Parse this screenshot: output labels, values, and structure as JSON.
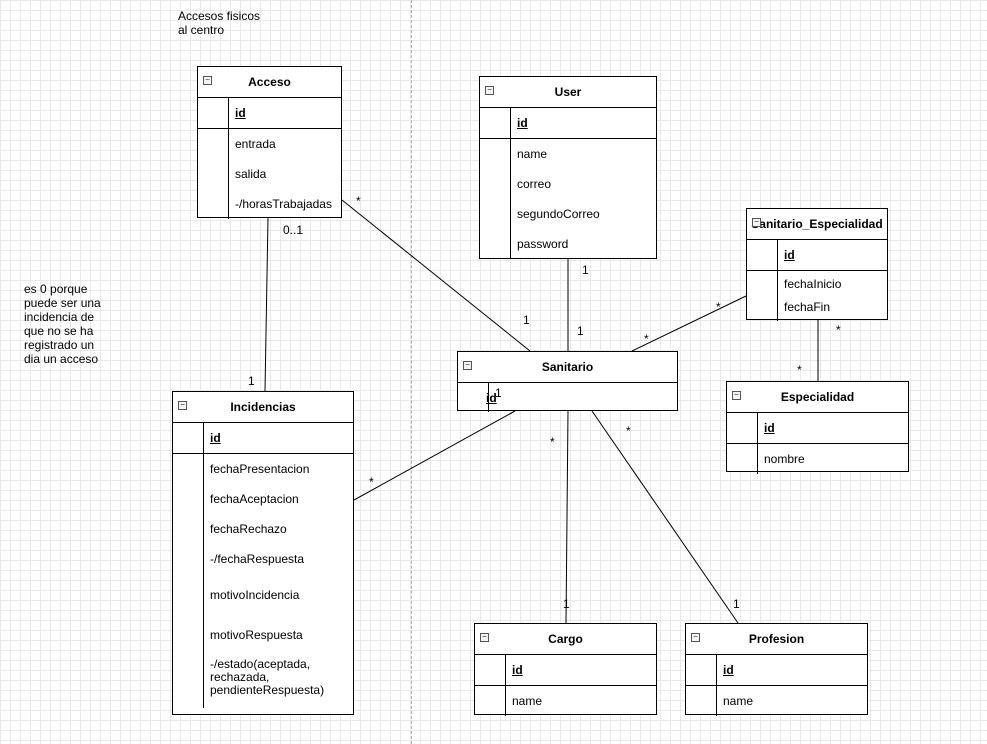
{
  "notes": {
    "accesos": "Accesos fisicos\nal centro",
    "es0": "es 0  porque\npuede ser una\nincidencia de\nque no se ha\nregistrado un\ndia un acceso"
  },
  "entities": {
    "acceso": {
      "name": "Acceso",
      "pk": "id",
      "fields": [
        "entrada",
        "salida",
        "-/horasTrabajadas"
      ]
    },
    "user": {
      "name": "User",
      "pk": "id",
      "fields": [
        "name",
        "correo",
        "segundoCorreo",
        "password"
      ]
    },
    "sanitario_especialidad": {
      "name": "Sanitario_Especialidad",
      "pk": "id",
      "fields": [
        "fechaInicio",
        "fechaFin"
      ]
    },
    "sanitario": {
      "name": "Sanitario",
      "pk": "id",
      "fields": []
    },
    "especialidad": {
      "name": "Especialidad",
      "pk": "id",
      "fields": [
        "nombre"
      ]
    },
    "incidencias": {
      "name": "Incidencias",
      "pk": "id",
      "fields": [
        "fechaPresentacion",
        "fechaAceptacion",
        "fechaRechazo",
        "-/fechaRespuesta",
        "motivoIncidencia",
        "motivoRespuesta",
        "-/estado(aceptada,\nrechazada,\npendienteRespuesta)"
      ]
    },
    "cargo": {
      "name": "Cargo",
      "pk": "id",
      "fields": [
        "name"
      ]
    },
    "profesion": {
      "name": "Profesion",
      "pk": "id",
      "fields": [
        "name"
      ]
    }
  },
  "multiplicities": {
    "acceso_star": "*",
    "acceso_0_1": "0..1",
    "sanitario_1_acceso": "1",
    "user_1": "1",
    "sanitario_1_user": "1",
    "sanitario_1_pk": "1",
    "incidencias_1": "1",
    "incidencias_star": "*",
    "se_star_top": "*",
    "sanitario_star_se": "*",
    "se_star_bottom": "*",
    "especialidad_star": "*",
    "sanitario_star_cargo": "*",
    "sanitario_star_profesion": "*",
    "cargo_1": "1",
    "profesion_1": "1"
  },
  "collapse_glyph": "−"
}
